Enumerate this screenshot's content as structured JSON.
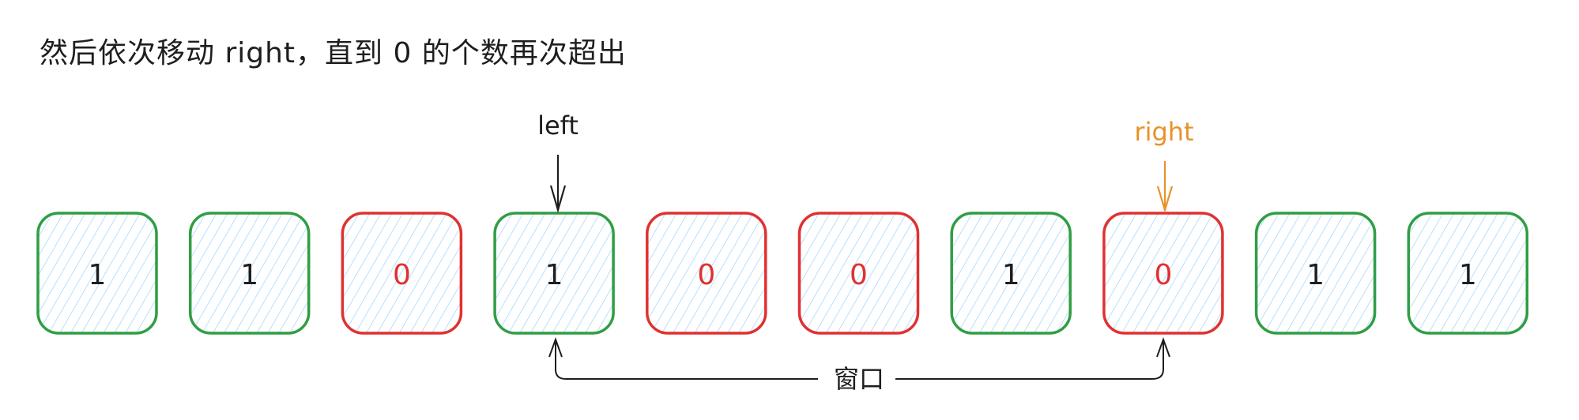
{
  "title": "然后依次移动 right，直到 0 的个数再次超出",
  "pointers": {
    "left": {
      "label": "left",
      "index": 3,
      "color": "#1e1e1e"
    },
    "right": {
      "label": "right",
      "index": 7,
      "color": "#e8922a"
    }
  },
  "window_label": "窗口",
  "array": [
    "1",
    "1",
    "0",
    "1",
    "0",
    "0",
    "1",
    "0",
    "1",
    "1"
  ],
  "colors": {
    "one": "#2f9e44",
    "zero": "#e03131",
    "hatch": "#a5d8ff",
    "one_text": "#1e1e1e"
  }
}
